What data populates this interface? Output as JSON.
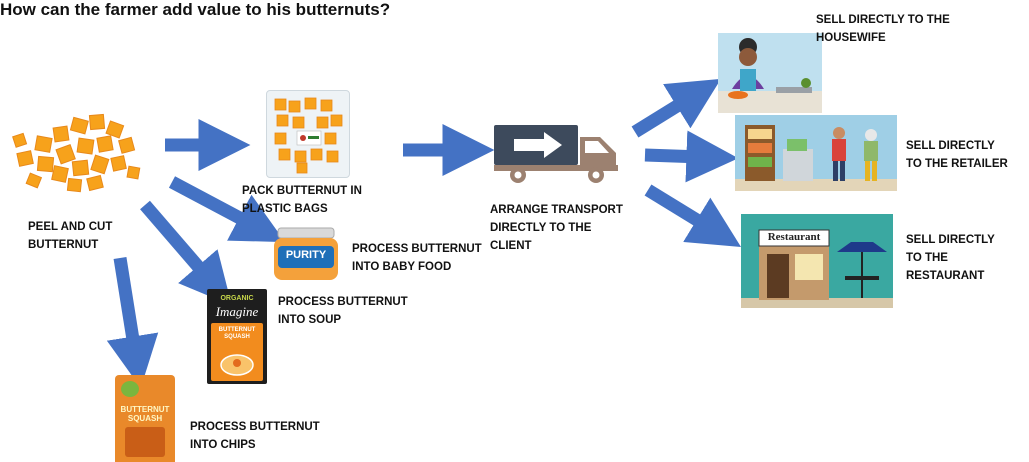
{
  "title": "How can the farmer add value to his butternuts?",
  "labels": {
    "peel": "PEEL AND CUT\nBUTTERNUT",
    "pack": "PACK BUTTERNUT IN\nPLASTIC BAGS",
    "transport": "ARRANGE TRANSPORT\nDIRECTLY TO THE\nCLIENT",
    "baby_food": "PROCESS BUTTERNUT\nINTO BABY FOOD",
    "soup": "PROCESS BUTTERNUT\nINTO SOUP",
    "chips": "PROCESS BUTTERNUT\nINTO CHIPS",
    "housewife": "SELL DIRECTLY TO THE\nHOUSEWIFE",
    "retailer": "SELL DIRECTLY\nTO THE RETAILER",
    "restaurant": "SELL DIRECTLY\nTO THE\nRESTAURANT"
  },
  "product_text": {
    "purity": "PURITY",
    "imagine": "Imagine",
    "organic": "ORGANIC",
    "soup_name": "BUTTERNUT\nSQUASH",
    "chips_name": "BUTTERNUT\nSQUASH",
    "restaurant_sign": "Restaurant"
  },
  "colors": {
    "arrow": "#4472c4",
    "arrow_edge": "#2f5597",
    "butternut": "#f7a21b",
    "truck": "#3d4a5c"
  }
}
